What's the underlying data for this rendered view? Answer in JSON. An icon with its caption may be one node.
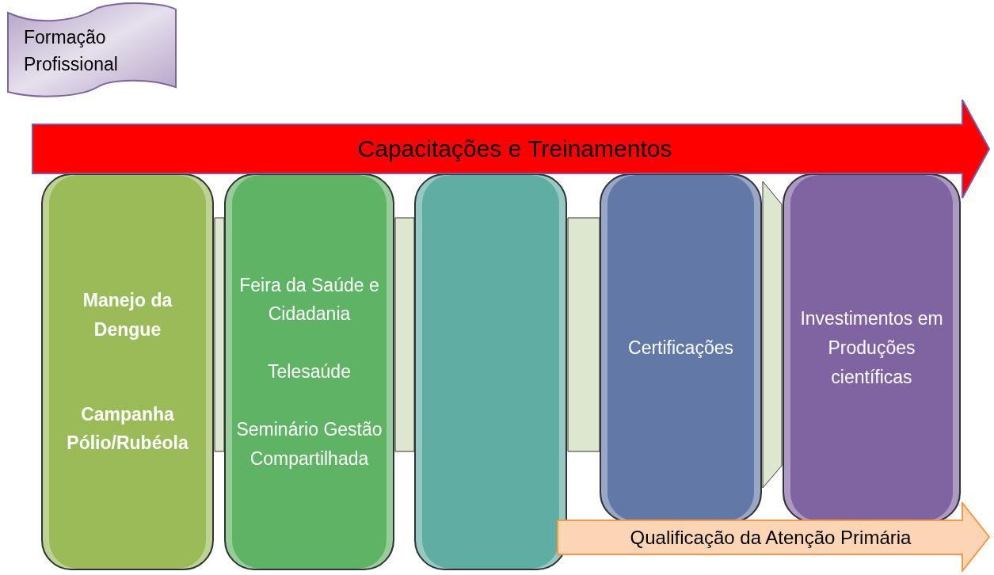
{
  "diagram": {
    "nodes": [
      {
        "text": [
          "Formação Profissional"
        ]
      },
      {
        "text": [
          "Capacitações e Treinamentos"
        ]
      },
      {
        "text": [
          "Manejo da Dengue",
          "Campanha Pólio/Rubéola"
        ]
      },
      {
        "text": [
          "Feira da Saúde e Cidadania",
          "Telesaúde",
          "Seminário Gestão Compartilhada"
        ]
      },
      {
        "text": [],
        "shape": "box"
      },
      {
        "text": [
          "Certificações"
        ]
      },
      {
        "text": [
          "Investimentos em Produções científicas"
        ]
      },
      {
        "text": [
          "Qualificação da Atenção Primária"
        ]
      }
    ],
    "edges": []
  }
}
